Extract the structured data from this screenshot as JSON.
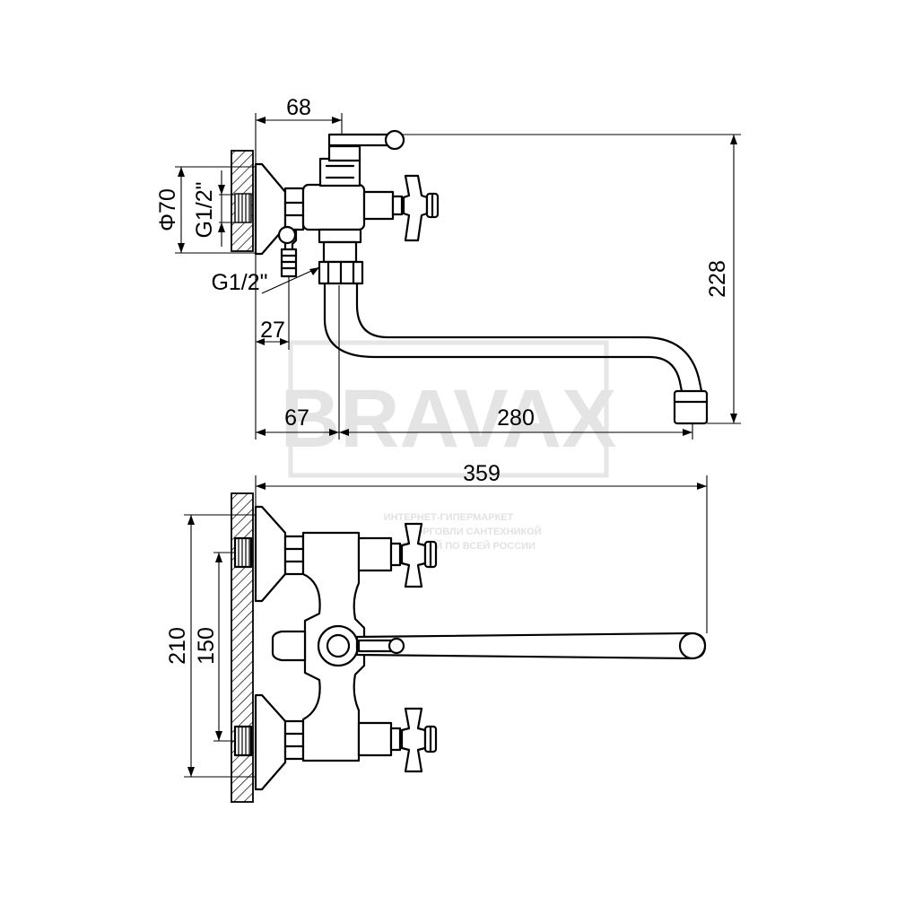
{
  "watermark": {
    "brand": "BRAVAX",
    "line1": "ИНТЕРНЕТ-ГИПЕРМАРКЕТ",
    "line2": "ТОРГОВЛИ САНТЕХНИКОЙ",
    "line3": "С ДОСТАВКОЙ ПО ВСЕЙ РОССИИ"
  },
  "side_view": {
    "dim_top": "68",
    "dim_diameter": "Φ70",
    "dim_thread_inlet": "G1/2\"",
    "dim_thread_outlet": "G1/2\"",
    "dim_height": "228",
    "dim_small": "27",
    "dim_offset": "67",
    "dim_reach": "280"
  },
  "front_view": {
    "dim_length": "359",
    "dim_outer": "210",
    "dim_inner": "150"
  }
}
